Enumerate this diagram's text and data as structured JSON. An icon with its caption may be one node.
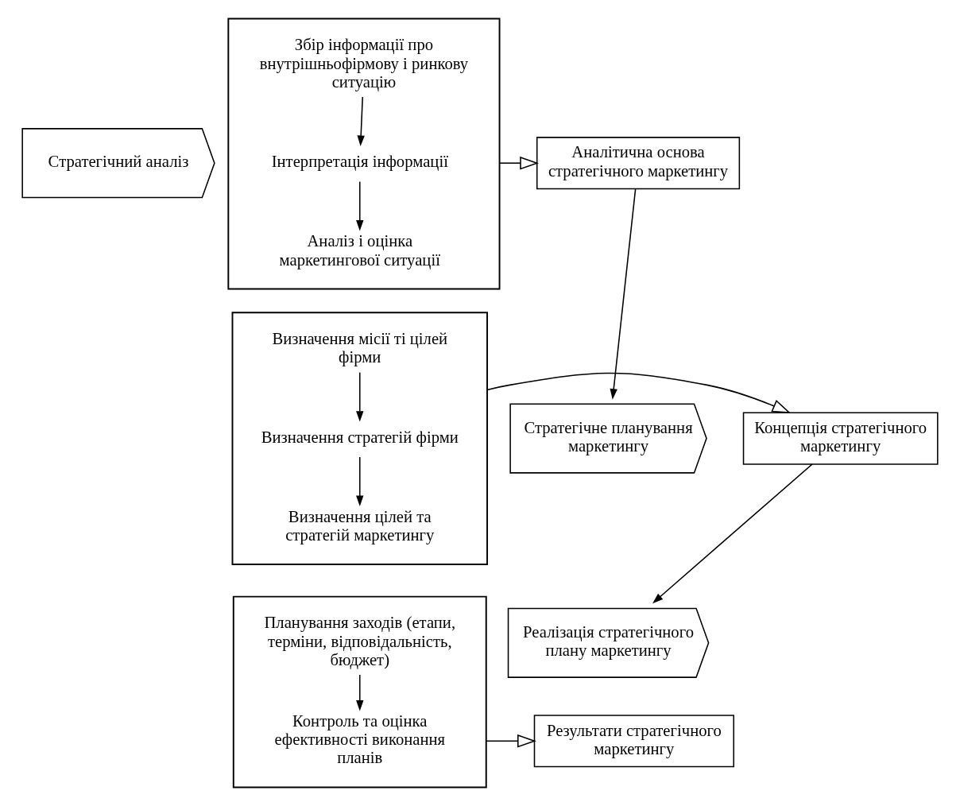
{
  "diagram": {
    "nodes": [
      {
        "text": [
          "Стратегічний аналіз"
        ]
      },
      {
        "text": [],
        "shape": "box"
      },
      {
        "text": [
          "Збір інформації про внутрішньофірмову і ринкову ситуацію"
        ],
        "in": 1
      },
      {
        "text": [
          "Інтерпретація інформації"
        ],
        "in": 1
      },
      {
        "text": [
          "Аналіз і оцінка маркетингової ситуації"
        ],
        "in": 1
      },
      {
        "text": [
          "Аналітична основа стратегічного маркетингу"
        ]
      },
      {
        "text": [
          "Стратегічне планування маркетингу"
        ]
      },
      {
        "text": [],
        "shape": "box"
      },
      {
        "text": [
          "Визначення місії ті цілей фірми"
        ],
        "in": 7
      },
      {
        "text": [
          "Визначення стратегій фірми"
        ],
        "in": 7
      },
      {
        "text": [
          "Визначення цілей та стратегій маркетингу"
        ],
        "in": 7
      },
      {
        "text": [
          "Концепція стратегічного маркетингу"
        ]
      },
      {
        "text": [
          "Реалізація стратегічного плану маркетингу"
        ]
      },
      {
        "text": [],
        "shape": "box"
      },
      {
        "text": [
          "Планування заходів (етапи, терміни, відповідальність, бюджет)"
        ],
        "in": 13
      },
      {
        "text": [
          "Контроль та оцінка ефективності виконання планів"
        ],
        "in": 13
      },
      {
        "text": [
          "Результати стратегічного маркетингу"
        ]
      }
    ],
    "edges": [
      {
        "from": 2,
        "to": 3,
        "arrow": "to"
      },
      {
        "from": 3,
        "to": 4,
        "arrow": "to"
      },
      {
        "from": 1,
        "to": 5,
        "arrow": "to"
      },
      {
        "from": 5,
        "to": 6,
        "arrow": "to"
      },
      {
        "from": 8,
        "to": 9,
        "arrow": "to"
      },
      {
        "from": 9,
        "to": 10,
        "arrow": "to"
      },
      {
        "from": 7,
        "to": 11,
        "arrow": "to"
      },
      {
        "from": 11,
        "to": 12,
        "arrow": "to"
      },
      {
        "from": 14,
        "to": 15,
        "arrow": "to"
      },
      {
        "from": 13,
        "to": 16,
        "arrow": "to"
      }
    ]
  }
}
